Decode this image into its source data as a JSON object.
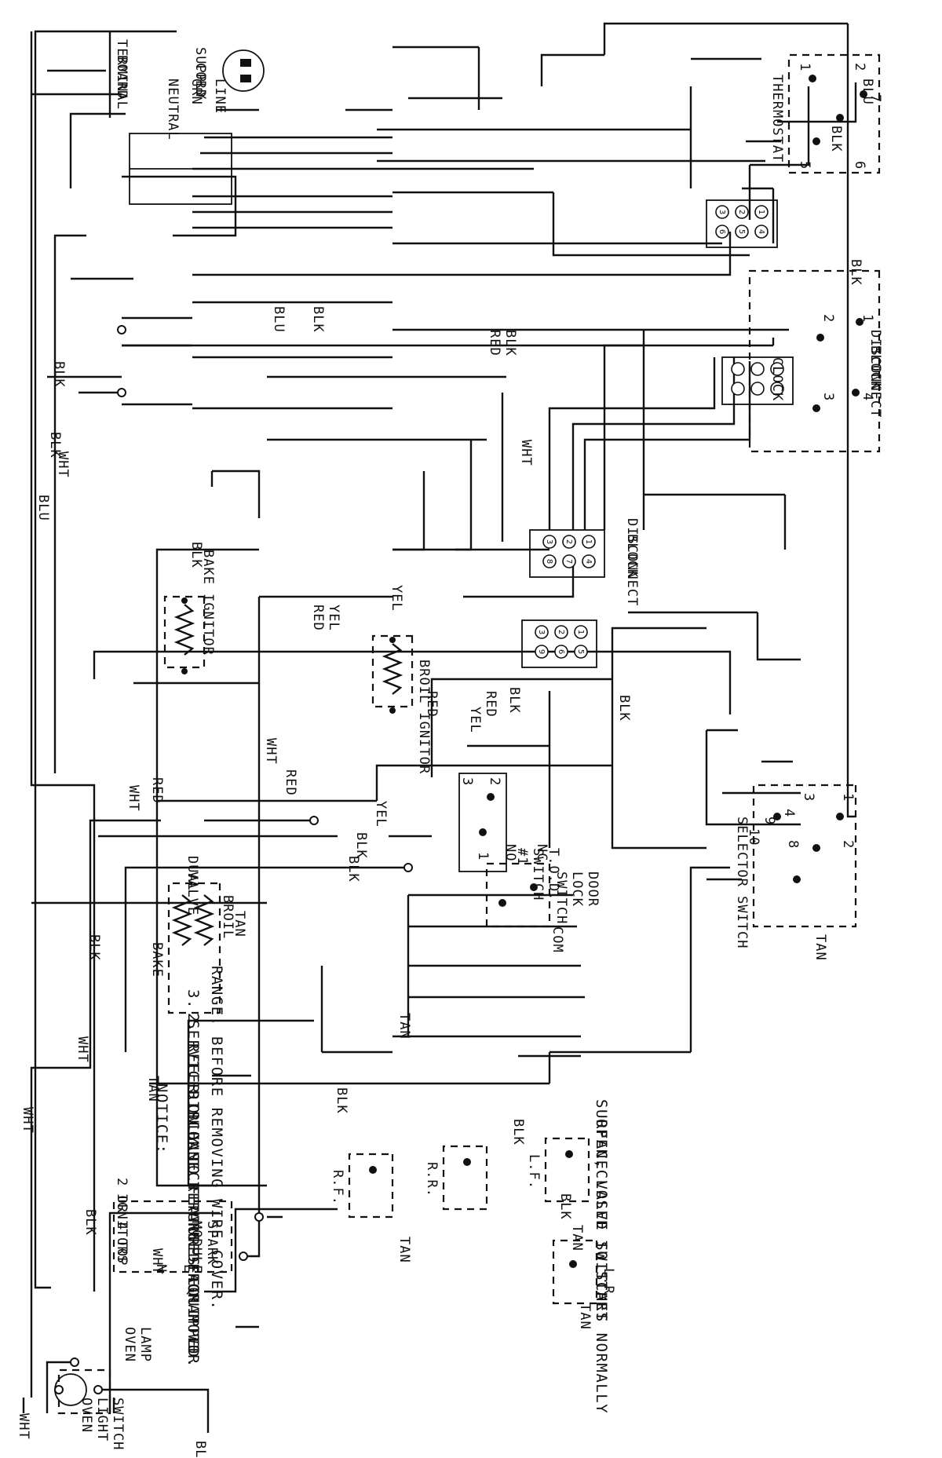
{
  "notice": {
    "title": "NOTICE:",
    "items": [
      "1.  DISCONNECT RANGE FROM POWER",
      "BEFORE REMOVING WIRE COVER.",
      "2.  REFER ONLY TO FEATURES EQUIPPED.",
      "3.  SERVICER PLEASE RETURN DIAGRAM TO",
      "RANGE."
    ]
  },
  "components": {
    "oven_light_switch": [
      "OVEN",
      "LIGHT",
      "SWITCH"
    ],
    "oven_lamp": [
      "OVEN",
      "LAMP"
    ],
    "selector_switch": "SELECTOR SWITCH",
    "thermostat": "THERMOSTAT",
    "clock": "CLOCK",
    "disconnect_block_a": [
      "DISCONNECT",
      "BLOCK"
    ],
    "disconnect_block_b": [
      "DISCONNECT",
      "BLOCK"
    ],
    "tod_switch": [
      "T.O.D.",
      "SWITCH",
      "#1"
    ],
    "door_lock_switch": [
      "DOOR",
      "LOCK",
      "SWITCH"
    ],
    "broil_ignitor": "BROIL IGNITOR",
    "bake_ignitor": "BAKE IGNITOR",
    "dual_valve": [
      "DUAL",
      "VALVE"
    ],
    "broil": "BROIL",
    "bake": "BAKE",
    "surface_valve_note": [
      "SURFACE VALVE SWITCHES NORMALLY",
      "OPEN,CLOSED TO START"
    ],
    "surface_switches": [
      "L.R.",
      "L.F.",
      "R.R.",
      "R.F."
    ],
    "spark_module": [
      "SPARK",
      "MODULE"
    ],
    "top_ignitors": [
      "2 OR 4 TOP",
      "IGNITORS"
    ],
    "supply_cord": [
      "SUPPLY",
      "CORD"
    ],
    "terminal_board": [
      "TERMINAL",
      "BOARD"
    ],
    "cord_legs": [
      "NEUTRAL",
      "GRN",
      "LINE"
    ]
  },
  "terminals": {
    "door_lock": [
      "NC",
      "NO",
      "COM"
    ],
    "spark_module": [
      "L",
      "N"
    ],
    "selector_pins": [
      "1",
      "2",
      "3",
      "4",
      "8",
      "9",
      "10"
    ],
    "tod_pins": [
      "2",
      "3",
      "1"
    ],
    "thermostat_pins": [
      "1",
      "2",
      "5",
      "6",
      "7"
    ],
    "clock_pins": [
      "1",
      "2",
      "3",
      "4"
    ]
  },
  "wire_labels": {
    "BLK": "BLK",
    "WHT": "WHT",
    "BLU": "BLU",
    "RED": "RED",
    "YEL": "YEL",
    "TAN": "TAN",
    "GRN": "GRN"
  },
  "disconnect_pins": [
    "1",
    "2",
    "3",
    "4",
    "5",
    "6",
    "7",
    "8",
    "9"
  ]
}
